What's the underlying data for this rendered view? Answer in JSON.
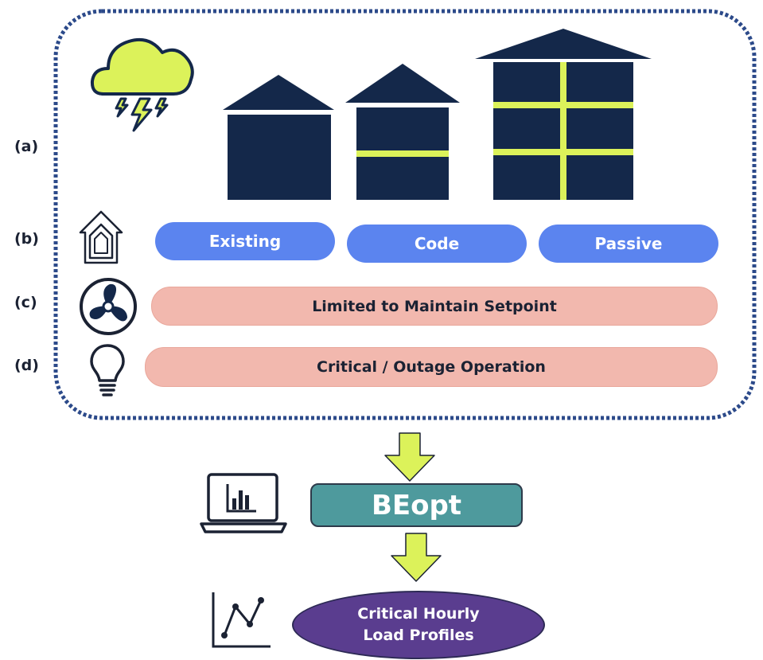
{
  "rows": {
    "a": "(a)",
    "b": "(b)",
    "c": "(c)",
    "d": "(d)"
  },
  "envelopes": [
    "Existing",
    "Code",
    "Passive"
  ],
  "hvac": "Limited to Maintain Setpoint",
  "loads": "Critical / Outage Operation",
  "tool": "BEopt",
  "output": {
    "line1": "Critical Hourly",
    "line2": "Load Profiles"
  },
  "colors": {
    "navy": "#14284a",
    "accent_yellow": "#dcf25a",
    "envelope_blue": "#5b84ef",
    "pill_pink": "#f2b8ae",
    "beopt_teal": "#4e9a9d",
    "output_purple": "#5a3d8f"
  },
  "icons": {
    "weather": "storm-cloud-icon",
    "envelope": "house-outline-icon",
    "hvac": "fan-icon",
    "lighting": "lightbulb-icon",
    "tool": "laptop-chart-icon",
    "output": "line-graph-icon"
  }
}
